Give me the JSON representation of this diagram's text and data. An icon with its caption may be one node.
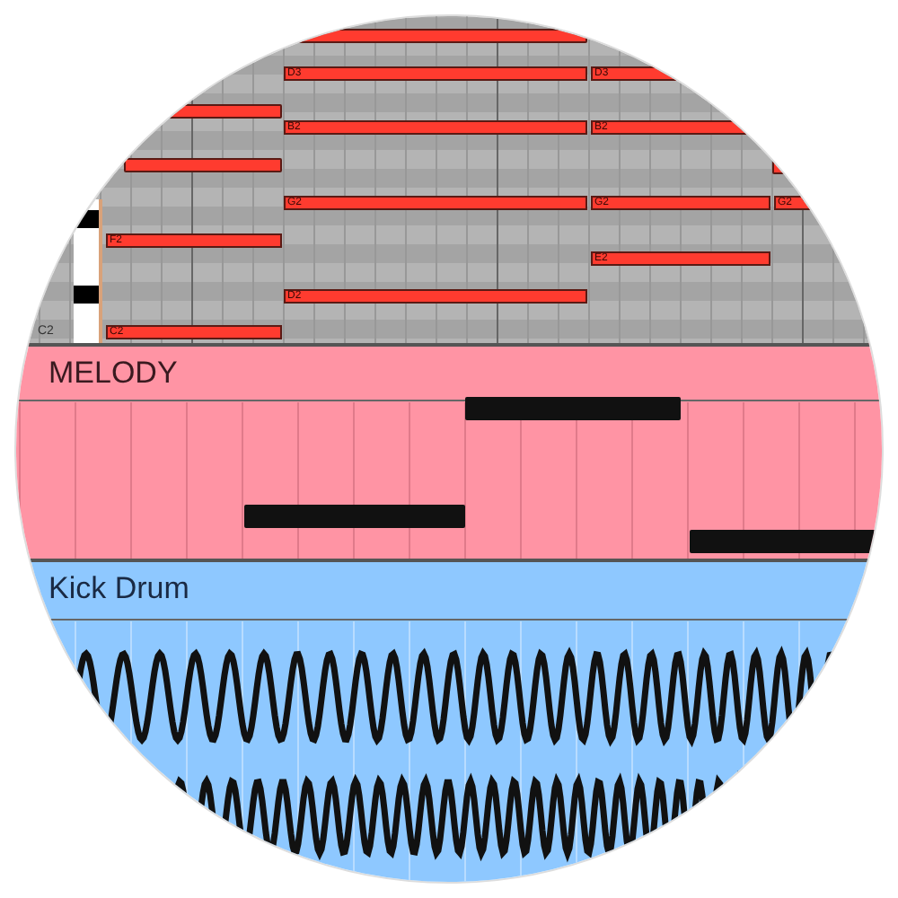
{
  "diagram": {
    "nodes": [
      {
        "text": [],
        "shape": "box"
      },
      {
        "text": [],
        "shape": "bar",
        "in": 0
      },
      {
        "text": [
          "D3"
        ],
        "in": 0
      },
      {
        "text": [
          "D3"
        ],
        "in": 0
      },
      {
        "text": [],
        "shape": "bar",
        "in": 0
      },
      {
        "text": [
          "B2"
        ],
        "in": 0
      },
      {
        "text": [
          "B2"
        ],
        "in": 0
      },
      {
        "text": [],
        "shape": "bar",
        "in": 0
      },
      {
        "text": [],
        "shape": "bar",
        "in": 0
      },
      {
        "text": [
          "G2"
        ],
        "in": 0
      },
      {
        "text": [
          "G2"
        ],
        "in": 0
      },
      {
        "text": [
          "G2"
        ],
        "in": 0
      },
      {
        "text": [
          "F2"
        ],
        "in": 0
      },
      {
        "text": [
          "E2"
        ],
        "in": 0
      },
      {
        "text": [
          "D2"
        ],
        "in": 0
      },
      {
        "text": [
          "C2"
        ],
        "in": 0
      },
      {
        "text": [
          "MELODY"
        ]
      },
      {
        "text": [],
        "shape": "bar",
        "in": 16
      },
      {
        "text": [],
        "shape": "bar",
        "in": 16
      },
      {
        "text": [],
        "shape": "bar",
        "in": 16
      },
      {
        "text": [
          "Kick Drum"
        ]
      }
    ],
    "labels": [
      "C2"
    ]
  }
}
